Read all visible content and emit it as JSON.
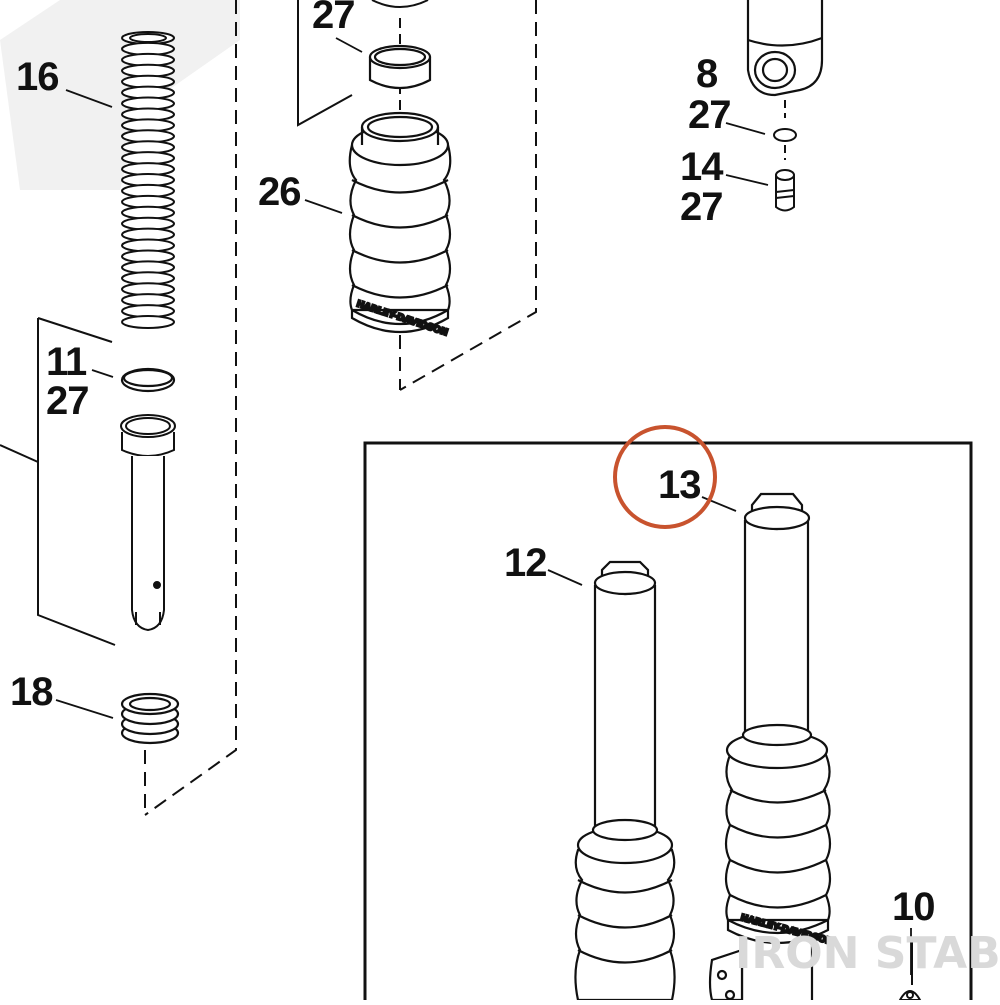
{
  "diagram": {
    "callouts": {
      "c27_top": "27",
      "c16": "16",
      "c26": "26",
      "c8": "8",
      "c27_a": "27",
      "c14": "14",
      "c27_b": "27",
      "c11": "11",
      "c27_c": "27",
      "c18": "18",
      "c13": "13",
      "c12": "12",
      "c10": "10"
    },
    "boot_marks": {
      "upper_boot": "HARLEY-DAVIDSON",
      "lower_boot": "HARLEY-DAVIDSON"
    },
    "highlight_color": "#c8532e",
    "line_color": "#111111"
  },
  "watermark": {
    "text": "IRON STABLE"
  }
}
